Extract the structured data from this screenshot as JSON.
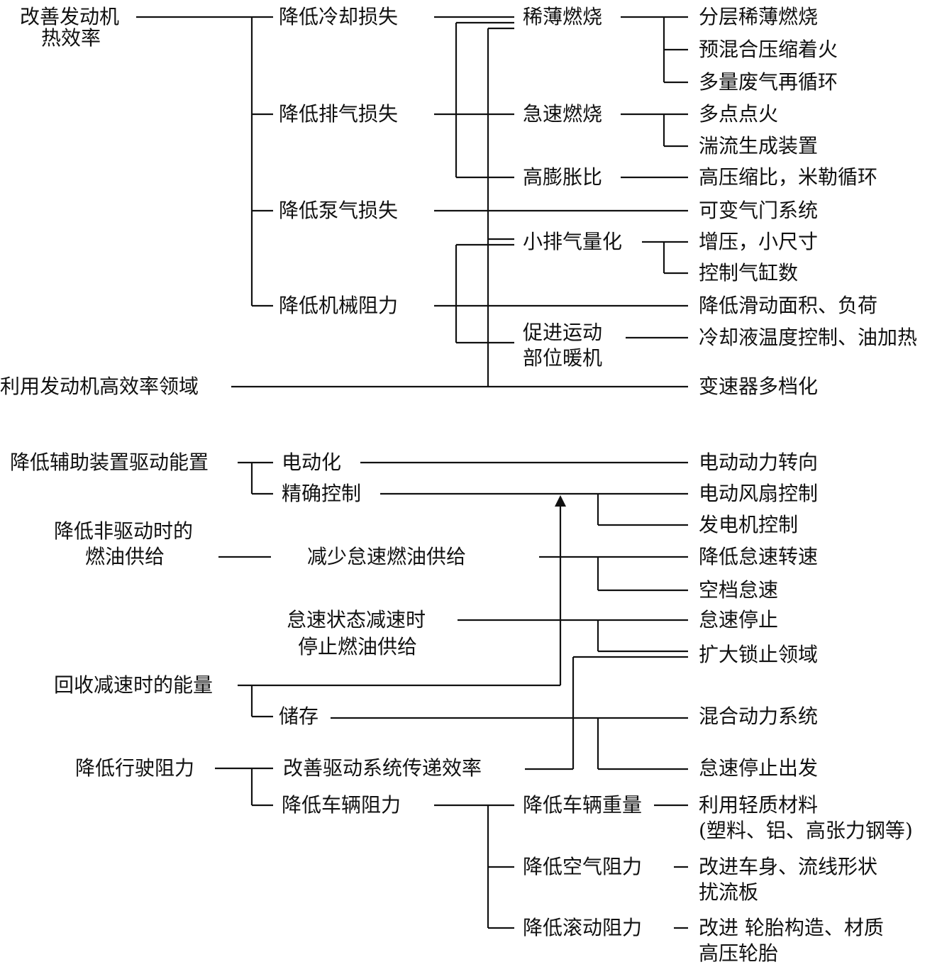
{
  "nodes": {
    "n_gsfd": "改善发动机",
    "n_rxl": "热效率",
    "n_lyfdj": "利用发动机高效率领域",
    "n_jdlq": "降低冷却损失",
    "n_jdpq": "降低排气损失",
    "n_jdbq": "降低泵气损失",
    "n_jdjx": "降低机械阻力",
    "n_xbrs": "稀薄燃烧",
    "n_jsrs": "急速燃烧",
    "n_gpzb": "高膨胀比",
    "n_xpql": "小排气量化",
    "n_cjyd1": "促进运动",
    "n_cjyd2": "部位暖机",
    "n_fcxb": "分层稀薄燃烧",
    "n_yhhy": "预混合压缩着火",
    "n_dlfq": "多量废气再循环",
    "n_dddh": "多点点火",
    "n_wlsc": "湍流生成装置",
    "n_gysb": "高压缩比，米勒循环",
    "n_kbqm": "可变气门系统",
    "n_zy": "增压，小尺寸",
    "n_kzqg": "控制气缸数",
    "n_jdhd": "降低滑动面积、负荷",
    "n_lqy": "冷却液温度控制、油加热",
    "n_bsq": "变速器多档化",
    "n_jdfz": "降低辅助装置驱动能置",
    "n_fqd1": "降低非驱动时的",
    "n_fqd2": "燃油供给",
    "n_hsjs": "回收减速时的能量",
    "n_jdxs": "降低行驶阻力",
    "n_ddh": "电动化",
    "n_jqkz": "精确控制",
    "n_jsds": "减少怠速燃油供给",
    "n_dszt1": "怠速状态减速时",
    "n_dszt2": "停止燃油供给",
    "n_cc": "储存",
    "n_gsqd": "改善驱动系统传递效率",
    "n_jdcl": "降低车辆阻力",
    "n_jdzl": "降低车辆重量",
    "n_jdkq": "降低空气阻力",
    "n_jdgd": "降低滚动阻力",
    "n_dddl": "电动动力转向",
    "n_ddfs": "电动风扇控制",
    "n_fdj": "发电机控制",
    "n_jdds": "降低怠速转速",
    "n_kdds": "空档怠速",
    "n_dstz": "怠速停止",
    "n_kdsz": "扩大锁止领域",
    "n_hhdl": "混合动力系统",
    "n_dstzcf": "怠速停止出发",
    "n_lyqz1": "利用轻质材料",
    "n_lyqz2": "(塑料、铝、高张力钢等)",
    "n_gjcs1": "改进车身、流线形状",
    "n_gjcs2": "扰流板",
    "n_gjlt1": "改进 轮胎构造、材质",
    "n_gjlt2": "高压轮胎"
  },
  "colors": {
    "line": "#111111",
    "text": "#111111",
    "background": "#ffffff"
  }
}
